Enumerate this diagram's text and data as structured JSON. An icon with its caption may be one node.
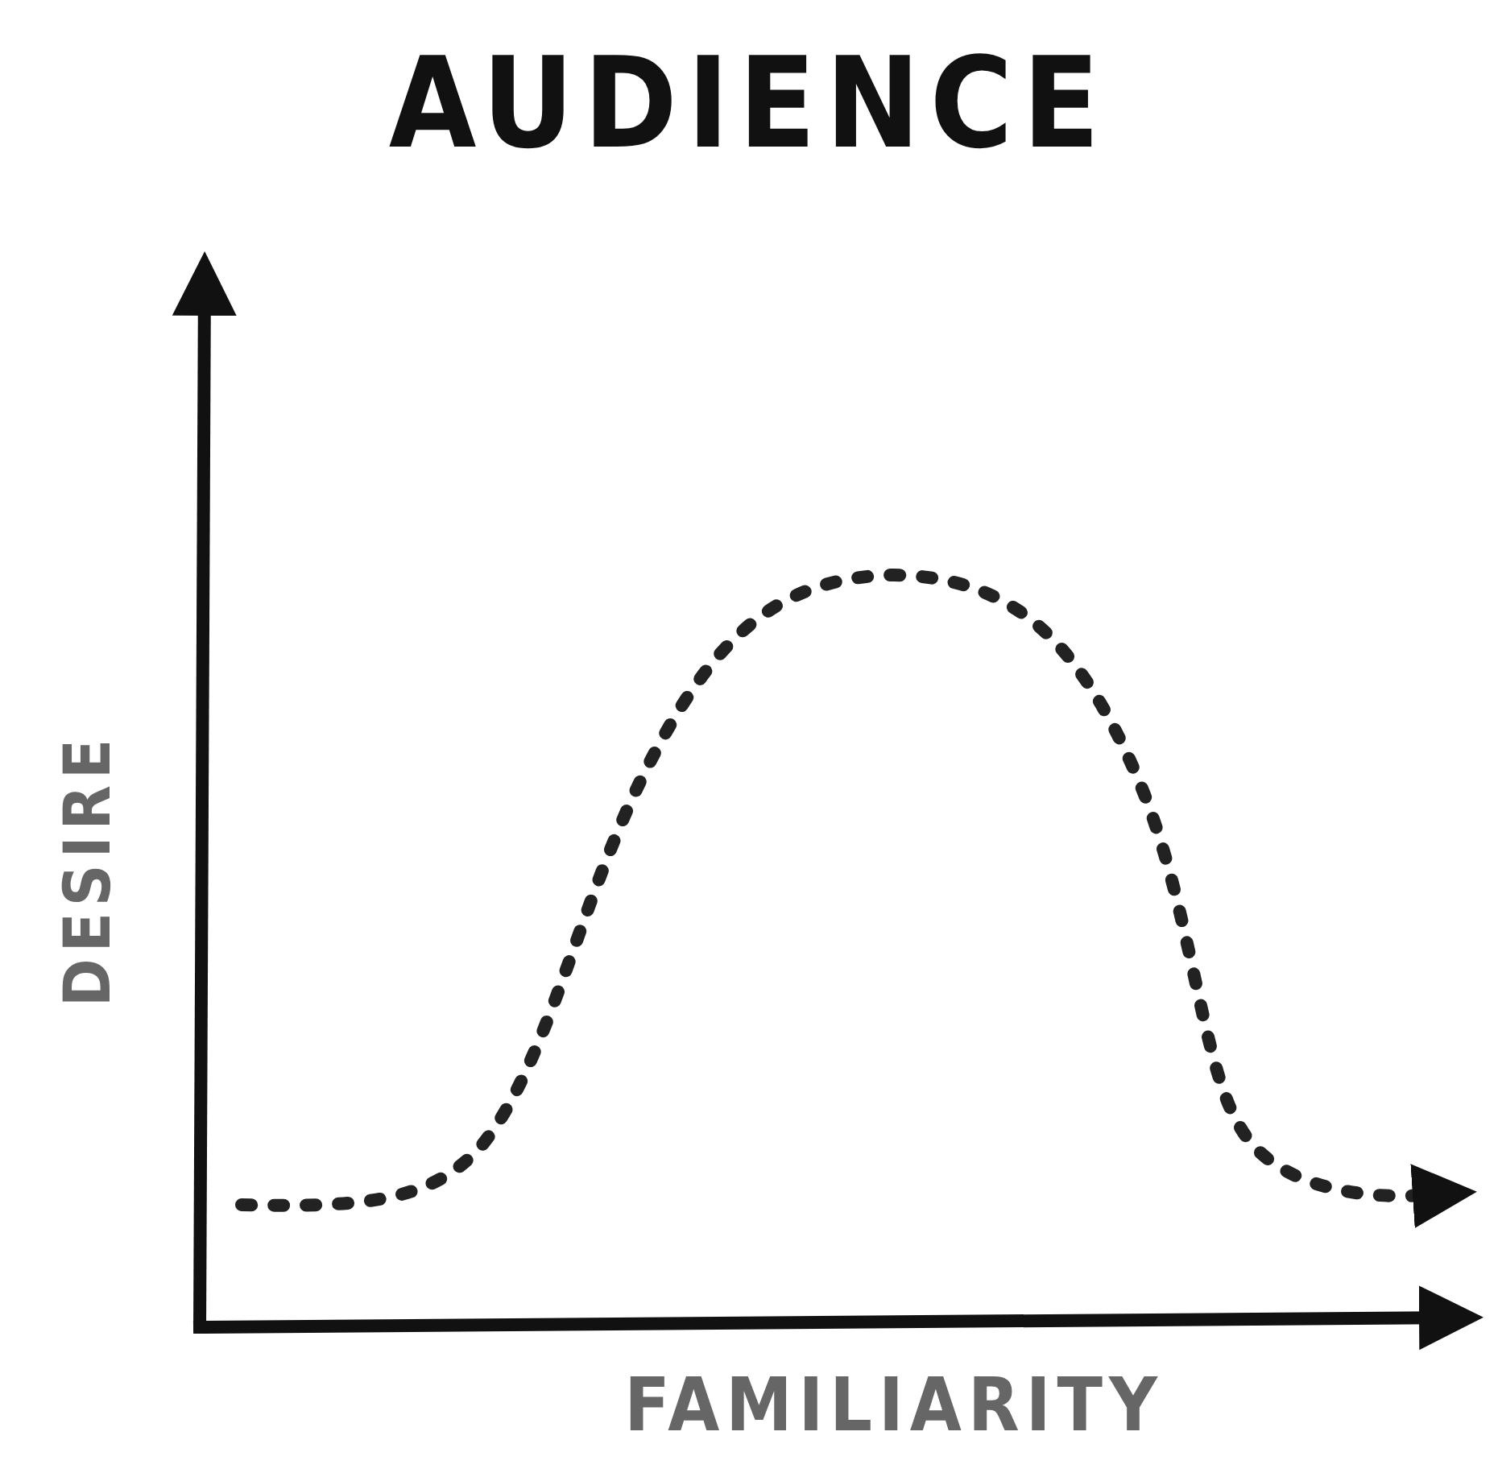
{
  "diagram": {
    "title": "AUDIENCE",
    "labels": [
      "DESIRE",
      "FAMILIARITY"
    ]
  }
}
